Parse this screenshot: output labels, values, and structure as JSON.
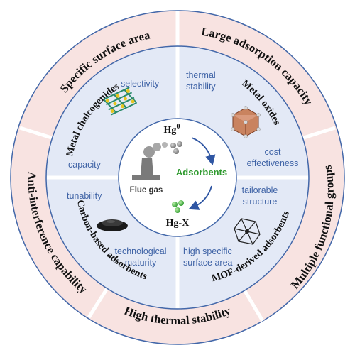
{
  "outer_ring": {
    "specific_surface_area": "Specific surface area",
    "large_adsorption_capacity": "Large adsorption capacity",
    "multiple_functional_groups": "Multiple functional groups",
    "high_thermal_stability": "High thermal stability",
    "anti_interference": "Anti-interference capability"
  },
  "categories": {
    "metal_chalcogenides": "Metal chalcogenides",
    "metal_oxides": "Metal oxides",
    "carbon_based": "Carbon-based adsorbents",
    "mof_derived": "MOF-derived adsorbents"
  },
  "properties": {
    "selectivity": "selectivity",
    "capacity": "capacity",
    "thermal_line1": "thermal",
    "thermal_line2": "stability",
    "cost_line1": "cost",
    "cost_line2": "effectiveness",
    "tunability": "tunability",
    "tech_line1": "technological",
    "tech_line2": "maturity",
    "tailor_line1": "tailorable",
    "tailor_line2": "structure",
    "high_line1": "high specific",
    "high_line2": "surface area"
  },
  "center": {
    "hg0": "Hg",
    "hg0_sup": "0",
    "adsorbents": "Adsorbents",
    "flue_gas": "Flue gas",
    "hgx": "Hg-X"
  },
  "colors": {
    "outer_ring": "#f8e3e1",
    "middle_ring": "#e3e9f6",
    "center_fill": "#ffffff",
    "ring_border": "#4267a9",
    "divider": "#ffffff",
    "property_text": "#3f63a6",
    "adsorbents_text": "#2f9a2f",
    "arrow": "#2f56a3"
  }
}
